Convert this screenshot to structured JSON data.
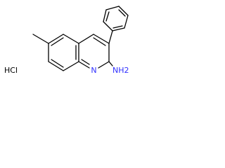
{
  "molecule": {
    "atoms": {
      "ring_nitrogen": "N",
      "amine": "NH2",
      "salt": "HCl"
    },
    "colors": {
      "bond": "#000000",
      "nitrogen": "#3030ff",
      "text": "#000000"
    }
  }
}
